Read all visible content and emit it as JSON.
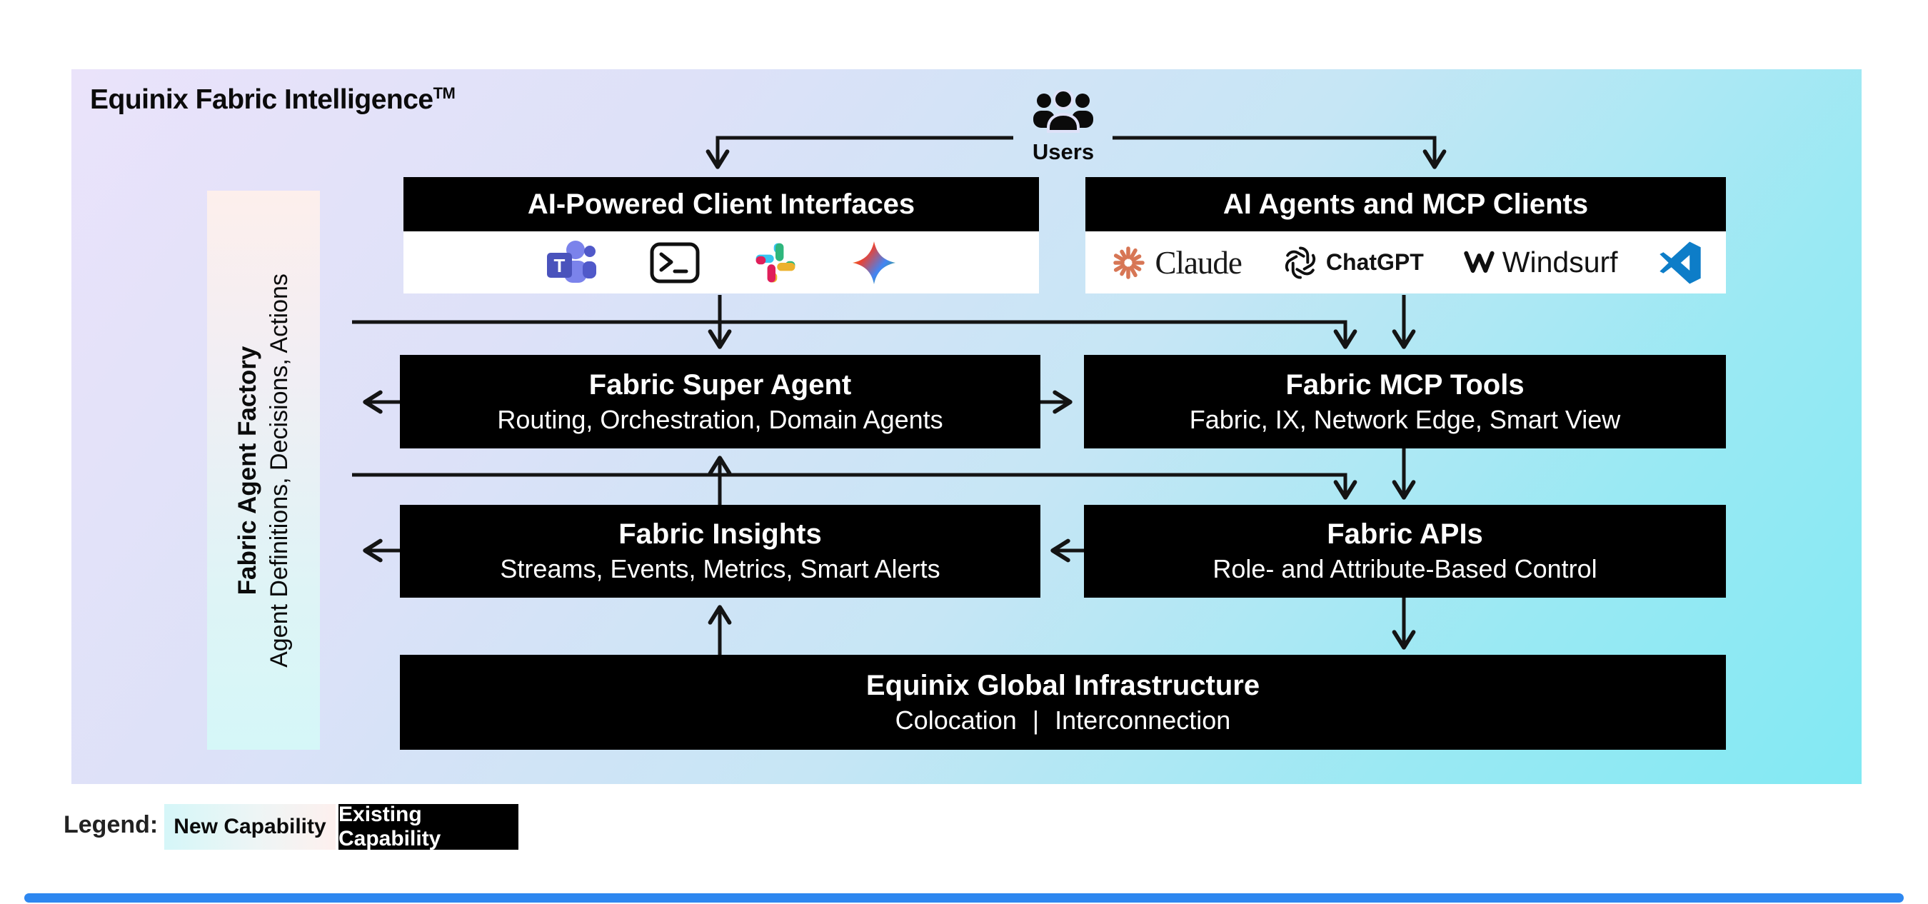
{
  "page": {
    "title": "Equinix Fabric Intelligence",
    "title_superscript": "TM"
  },
  "users": {
    "label": "Users",
    "icon": "users-group-icon"
  },
  "client_interfaces": {
    "header": "AI-Powered Client Interfaces",
    "icons": [
      "microsoft-teams-icon",
      "terminal-icon",
      "slack-icon",
      "gemini-icon"
    ]
  },
  "ai_agents": {
    "header": "AI Agents and MCP Clients",
    "logos": [
      {
        "icon": "claude-icon",
        "label": "Claude"
      },
      {
        "icon": "chatgpt-icon",
        "label": "ChatGPT"
      },
      {
        "icon": "windsurf-icon",
        "label": "Windsurf"
      },
      {
        "icon": "vscode-icon",
        "label": ""
      }
    ]
  },
  "agent_factory": {
    "title": "Fabric Agent Factory",
    "subtitle": "Agent Definitions, Decisions, Actions"
  },
  "boxes": {
    "super_agent": {
      "title": "Fabric Super Agent",
      "subtitle": "Routing, Orchestration, Domain Agents"
    },
    "mcp_tools": {
      "title": "Fabric MCP Tools",
      "subtitle": "Fabric, IX, Network Edge, Smart View"
    },
    "insights": {
      "title": "Fabric Insights",
      "subtitle": "Streams, Events, Metrics, Smart Alerts"
    },
    "apis": {
      "title": "Fabric APIs",
      "subtitle": "Role- and Attribute-Based Control"
    },
    "infrastructure": {
      "title": "Equinix Global Infrastructure",
      "subtitle_left": "Colocation",
      "divider": "|",
      "subtitle_right": "Interconnection"
    }
  },
  "legend": {
    "label": "Legend:",
    "new_capability": "New Capability",
    "existing_capability": "Existing Capability"
  },
  "colors": {
    "box_black": "#000000",
    "panel_gradient_start": "#eae3fa",
    "panel_gradient_end": "#82e9f3",
    "factory_gradient_top": "#fdefec",
    "factory_gradient_bottom": "#d5f7f8",
    "connector": "#141414",
    "claude_orange": "#d77655",
    "vscode_blue": "#0d7dc8",
    "teams_purple": "#4a53bc",
    "slack_blue": "#36c5f0",
    "slack_green": "#2eb67d",
    "slack_yellow": "#ecb22e",
    "slack_red": "#e01e5a",
    "bottom_bar_blue": "#2d87f0"
  }
}
